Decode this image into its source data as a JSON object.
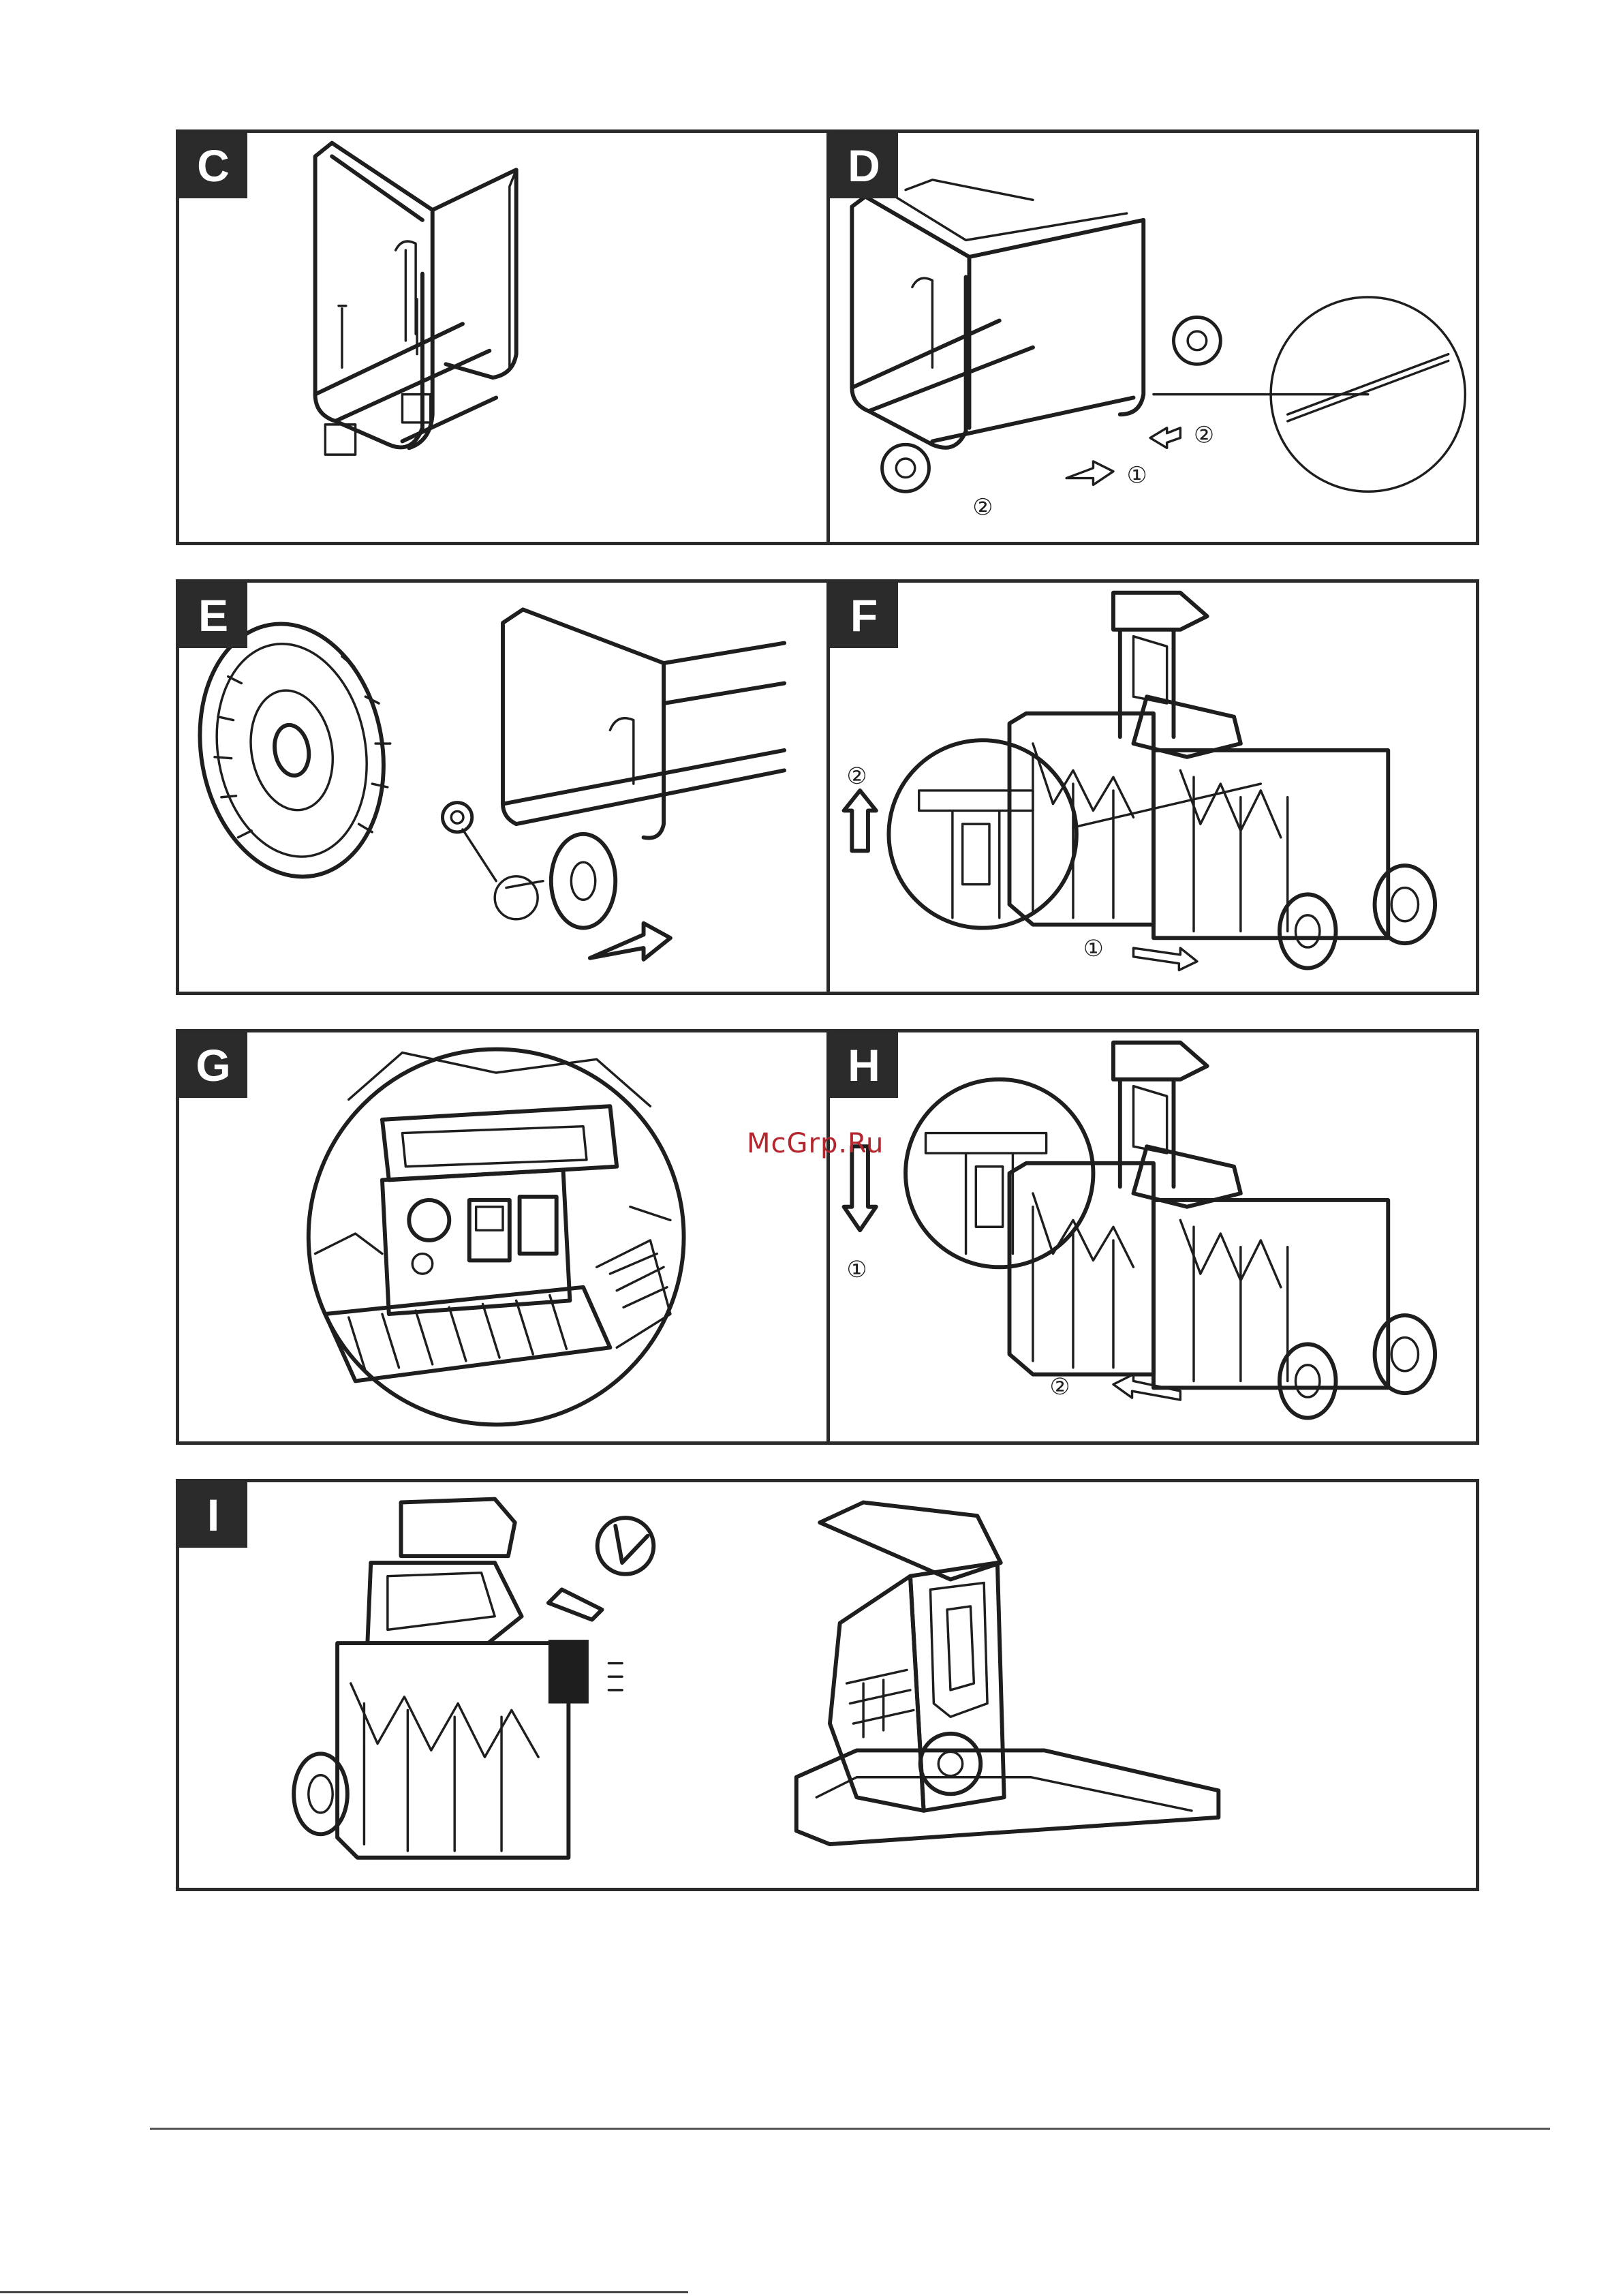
{
  "panels": [
    {
      "label": "C"
    },
    {
      "label": "D",
      "steps": [
        "①",
        "②",
        "②"
      ]
    },
    {
      "label": "E"
    },
    {
      "label": "F",
      "steps": [
        "②",
        "①"
      ]
    },
    {
      "label": "G"
    },
    {
      "label": "H",
      "steps": [
        "①",
        "②"
      ]
    },
    {
      "label": "I"
    }
  ],
  "watermark": "McGrp.Ru",
  "colors": {
    "watermark": "#b3262e",
    "line": "#1e1e1e"
  }
}
